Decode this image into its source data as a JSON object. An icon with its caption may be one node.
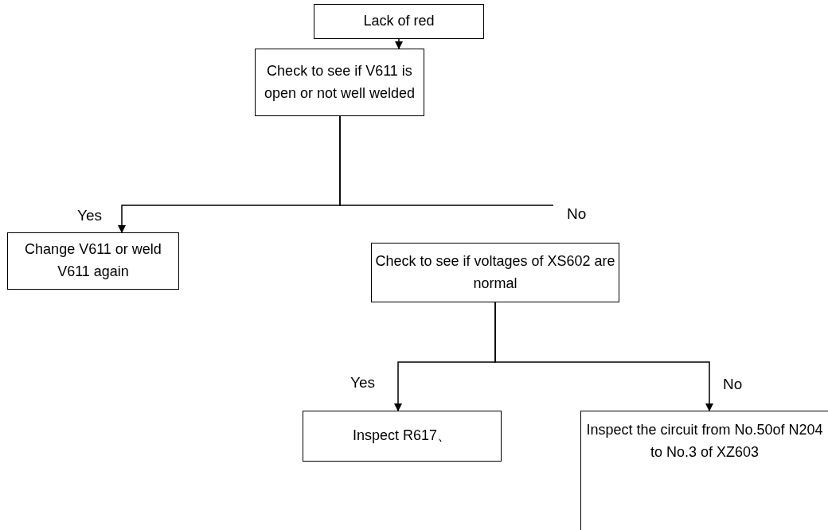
{
  "diagram": {
    "nodes": [
      {
        "text": [
          "Lack of red"
        ]
      },
      {
        "text": [
          "Check to see if V611 is open or not well welded"
        ]
      },
      {
        "text": [
          "Change V611 or weld V611 again"
        ]
      },
      {
        "text": [
          "Check to see if voltages of XS602 are normal"
        ]
      },
      {
        "text": [
          "Inspect R617、"
        ]
      },
      {
        "text": [
          "Inspect the circuit from No.50of N204 to No.3 of XZ603"
        ]
      }
    ],
    "edges": [
      {
        "from": 0,
        "to": 1,
        "arrow": "to"
      },
      {
        "from": 1,
        "to": 2,
        "arrow": "to",
        "label": "Yes"
      },
      {
        "from": 1,
        "to": null,
        "arrow": "none",
        "label": "No"
      },
      {
        "from": 3,
        "to": 4,
        "arrow": "to",
        "label": "Yes"
      },
      {
        "from": 3,
        "to": 5,
        "arrow": "to",
        "label": "No"
      }
    ]
  }
}
